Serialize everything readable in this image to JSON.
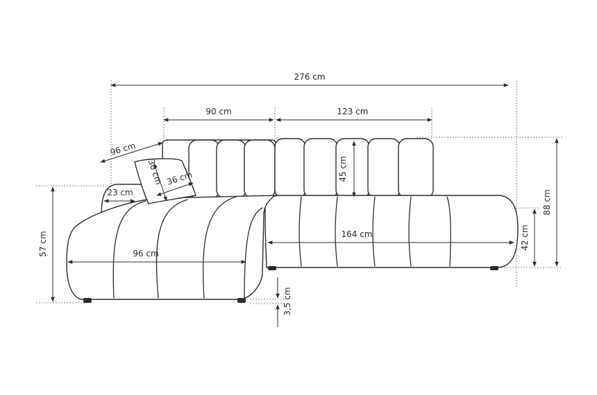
{
  "dimensions": {
    "total_width": "276 cm",
    "back_left_width": "90 cm",
    "back_right_width": "123 cm",
    "chaise_depth_diag": "96 cm",
    "armrest_width": "23 cm",
    "pillow_width": "36 cm",
    "pillow_height": "30 cm",
    "backrest_height": "45 cm",
    "seat_width": "164 cm",
    "chaise_width": "96 cm",
    "total_height": "88 cm",
    "seat_height": "42 cm",
    "chaise_height": "57 cm",
    "leg_height": "3,5 cm"
  }
}
